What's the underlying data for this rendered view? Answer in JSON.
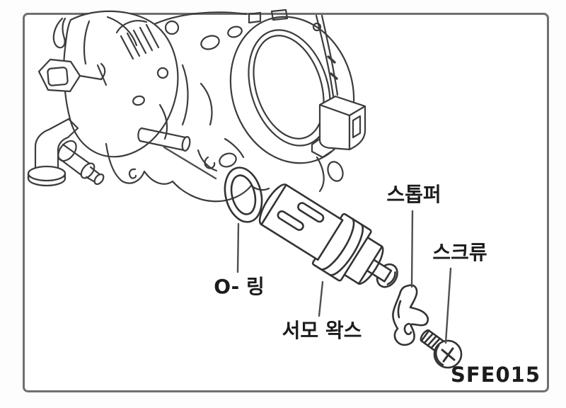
{
  "figure": {
    "code_label": "SFE015",
    "part_labels": {
      "o_ring": "O- 링",
      "thermo_wax": "서모 왁스",
      "stopper": "스톱퍼",
      "screw": "스크류"
    },
    "colors": {
      "background": "#ffffff",
      "frame_border": "#707070",
      "line_art": "#3c3c3c",
      "label_text": "#1c1c1c"
    }
  }
}
